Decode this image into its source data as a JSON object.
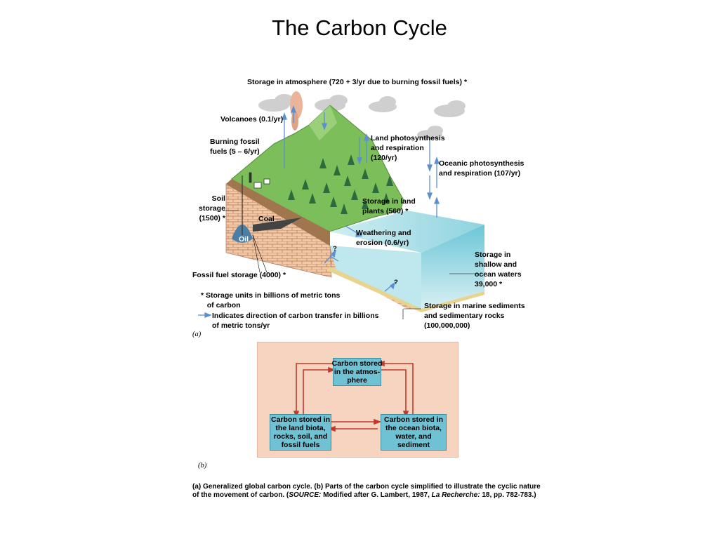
{
  "slide": {
    "title": "The Carbon Cycle"
  },
  "figure_a": {
    "atmosphere": "Storage in atmosphere (720 + 3/yr due to burning fossil fuels) *",
    "volcanoes": "Volcanoes (0.1/yr)",
    "burning_fossil": "Burning fossil\nfuels (5 – 6/yr)",
    "land_photo": "Land photosynthesis\nand respiration\n(120/yr)",
    "oceanic_photo": "Oceanic photosynthesis\nand respiration (107/yr)",
    "soil_storage": "Soil\nstorage\n(1500) *",
    "coal": "Coal",
    "oil": "Oil",
    "land_plants": "Storage in land\nplants (560) *",
    "weathering": "Weathering and\nerosion (0.6/yr)",
    "question": "?",
    "ocean_storage": "Storage in\nshallow and\nocean waters\n39,000 *",
    "fossil_fuel": "Fossil fuel storage (4000) *",
    "marine_sediments": "Storage in marine sediments\nand sedimentary rocks\n(100,000,000)",
    "legend_storage": "* Storage units in billions of metric tons\n   of carbon",
    "legend_arrow": "Indicates direction of carbon transfer in billions\nof metric tons/yr",
    "panel_label": "(a)"
  },
  "figure_b": {
    "atmosphere_box": "Carbon stored\nin the atmos-\nphere",
    "land_box": "Carbon stored in\nthe land biota,\nrocks, soil, and\nfossil fuels",
    "ocean_box": "Carbon stored in\nthe ocean biota,\nwater, and\nsediment",
    "panel_label": "(b)"
  },
  "caption": {
    "a": "(a)",
    "a_text": " Generalized global carbon cycle.  ",
    "b": "(b)",
    "b_text": " Parts of the carbon cycle simplified to illustrate the cyclic nature of the movement of carbon.  (",
    "source": "SOURCE:",
    "mod": "  Modified after G. Lambert, 1987, ",
    "journal": "La Recherche:",
    "rest": " 18, pp. 782-783.)"
  },
  "colors": {
    "arrow": "#5b8fd1",
    "box": "#6fc2d4",
    "panel": "#f7d4c0",
    "red_arrow": "#c0392b"
  }
}
